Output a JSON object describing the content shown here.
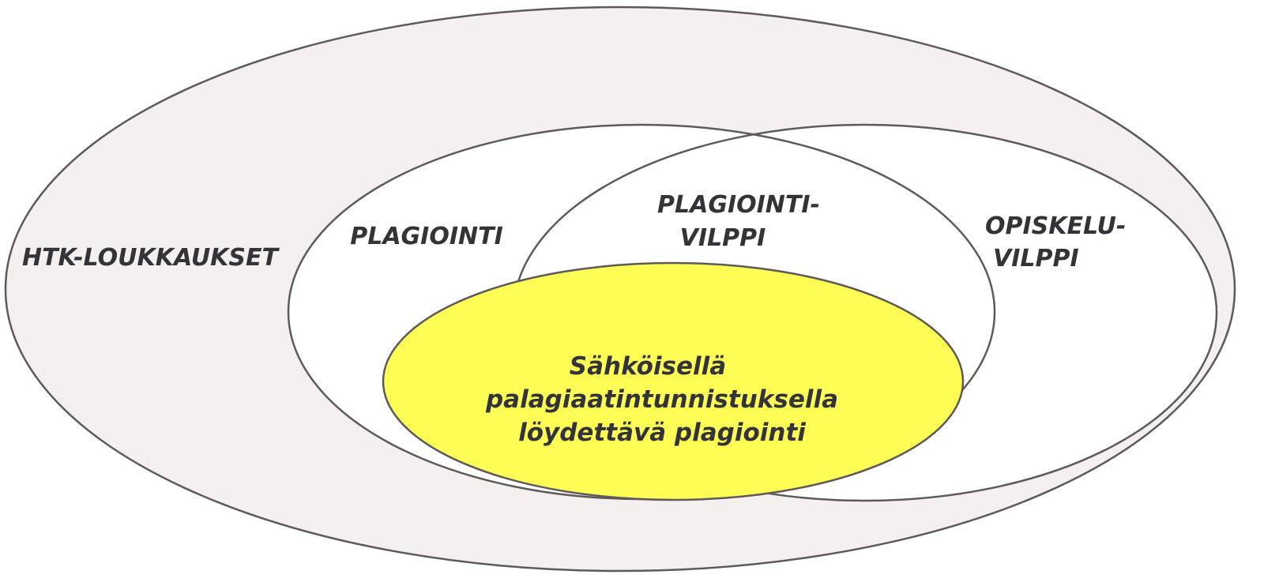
{
  "labels": {
    "outer": "HTK-LOUKKAUKSET",
    "plagiointi": "PLAGIOINTI",
    "plagiointivilppi": [
      "PLAGIOINTI-",
      "VILPPI"
    ],
    "opiskeluvilppi": [
      "OPISKELU-",
      "VILPPI"
    ],
    "center": [
      "Sähköisellä",
      "palagiaatintunnistuksella",
      "löydettävä plagiointi"
    ]
  },
  "colors": {
    "outer_fill": "#f4f0ef",
    "inner_fill": "#ffffff",
    "highlight_fill": "#fefd55",
    "stroke": "#5e5a5a"
  }
}
